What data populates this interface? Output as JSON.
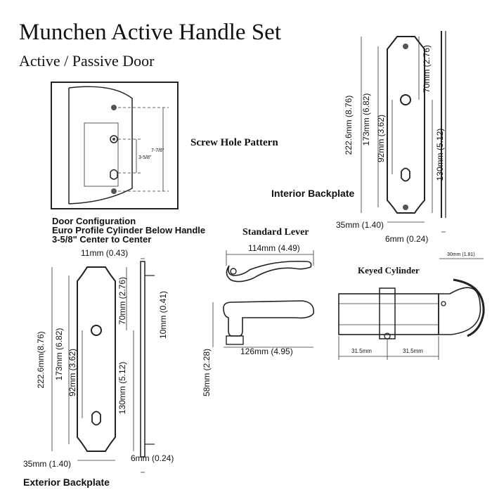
{
  "header": {
    "title": "Munchen Active Handle Set",
    "subtitle": "Active / Passive Door"
  },
  "screw_hole_pattern": {
    "label": "Screw Hole Pattern",
    "dim_outer": "7-7/8\"",
    "dim_inner": "3-5/8\""
  },
  "door_configuration": {
    "line1": "Door Configuration",
    "line2": "Euro Profile Cylinder Below Handle",
    "line3": "3-5/8\" Center to Center"
  },
  "interior_backplate": {
    "label": "Interior Backplate",
    "dim_total_height": "222.6mm (8.76)",
    "dim_hole_span": "173mm (6.82)",
    "dim_cylinder_offset": "92mm (3.62)",
    "dim_top_to_spindle": "70mm (2.76)",
    "dim_spindle_to_bottom": "130mm (5.12)",
    "dim_width": "35mm (1.40)",
    "dim_thickness": "6mm (0.24)"
  },
  "exterior_backplate": {
    "label": "Exterior Backplate",
    "dim_top_thickness": "11mm (0.43)",
    "dim_total_height": "222.6mm(8.76)",
    "dim_hole_span": "173mm (6.82)",
    "dim_cylinder_offset": "92mm (3.62)",
    "dim_top_to_spindle": "70mm (2.76)",
    "dim_spindle_to_bottom": "130mm (5.12)",
    "dim_side_tab": "10mm (0.41)",
    "dim_width": "35mm (1.40)",
    "dim_thickness": "6mm (0.24)"
  },
  "standard_lever": {
    "label": "Standard Lever",
    "dim_top_length": "114mm (4.49)",
    "dim_side_length": "126mm (4.95)",
    "dim_height": "58mm (2.28)"
  },
  "keyed_cylinder": {
    "label": "Keyed Cylinder",
    "dim_thumbturn": "30mm (1.81)",
    "dim_left": "31.5mm",
    "dim_right": "31.5mm"
  }
}
